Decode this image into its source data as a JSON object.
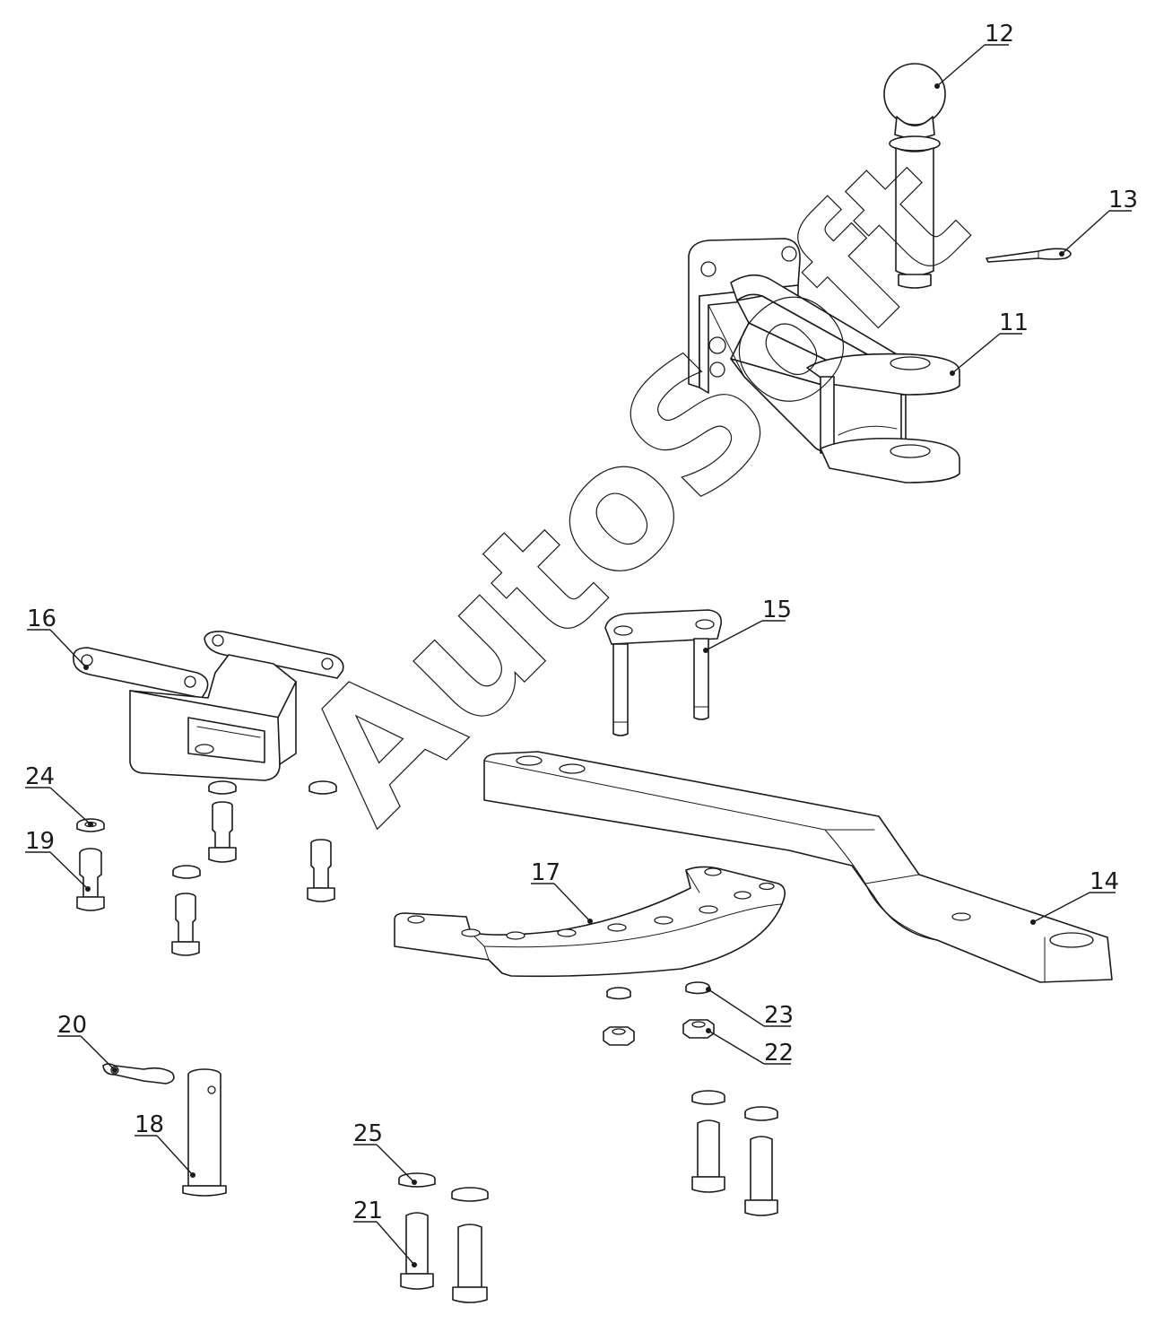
{
  "diagram": {
    "watermark": "AutoSoft",
    "callouts": [
      {
        "id": "11",
        "label": "11"
      },
      {
        "id": "12",
        "label": "12"
      },
      {
        "id": "13",
        "label": "13"
      },
      {
        "id": "14",
        "label": "14"
      },
      {
        "id": "15",
        "label": "15"
      },
      {
        "id": "16",
        "label": "16"
      },
      {
        "id": "17",
        "label": "17"
      },
      {
        "id": "18",
        "label": "18"
      },
      {
        "id": "19",
        "label": "19"
      },
      {
        "id": "20",
        "label": "20"
      },
      {
        "id": "21",
        "label": "21"
      },
      {
        "id": "22",
        "label": "22"
      },
      {
        "id": "23",
        "label": "23"
      },
      {
        "id": "24",
        "label": "24"
      },
      {
        "id": "25",
        "label": "25"
      }
    ]
  }
}
